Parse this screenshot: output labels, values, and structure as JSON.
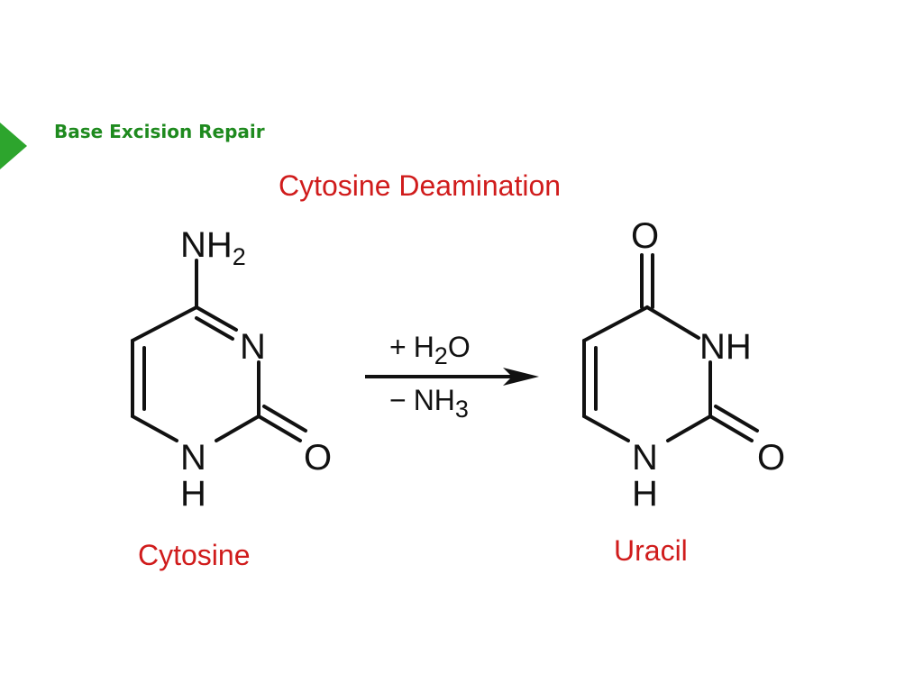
{
  "header": {
    "section_title": "Base Excision Repair",
    "marker_color": "#2da52d"
  },
  "reaction": {
    "title": "Cytosine Deamination",
    "reactant_name": "Cytosine",
    "product_name": "Uracil",
    "conditions": {
      "add": {
        "sign": "+",
        "formula": "H",
        "subscript": "2",
        "suffix": "O"
      },
      "remove": {
        "sign": "−",
        "formula": "NH",
        "subscript": "3"
      }
    }
  },
  "cytosine": {
    "amino_group": {
      "main": "NH",
      "subscript": "2"
    },
    "ring_nitrogen": "N",
    "ring_nh_n": "N",
    "ring_nh_h": "H",
    "carbonyl_oxygen": "O"
  },
  "uracil": {
    "top_oxygen": "O",
    "ring_nh_right": "NH",
    "ring_nh_n": "N",
    "ring_nh_h": "H",
    "carbonyl_oxygen": "O"
  },
  "colors": {
    "label_red": "#d01c1c",
    "title_green": "#1e8a1e",
    "bond": "#111111"
  }
}
